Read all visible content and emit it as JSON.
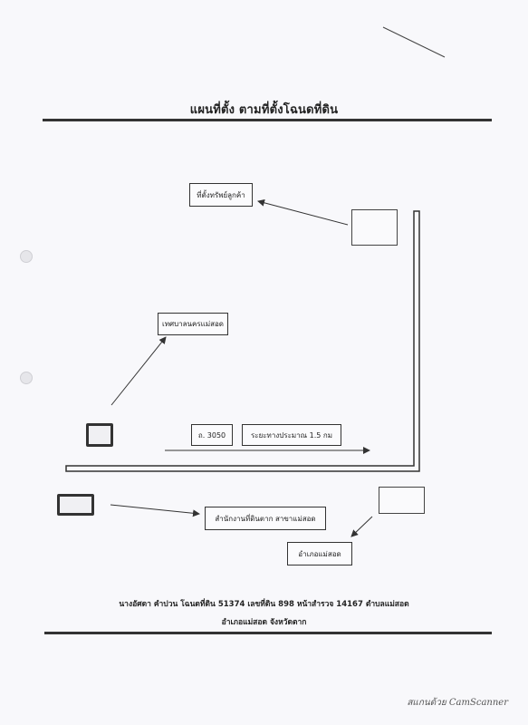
{
  "document": {
    "title": "แผนที่ตั้ง ตามที่ตั้งโฉนดที่ดิน",
    "footer_line1": "นางอัศดา คำปวน โฉนดที่ดิน 51374 เลขที่ดิน 898 หน้าสำรวจ 14167 ตำบลแม่สอด",
    "footer_line2": "อำเภอแม่สอด จังหวัดตาก",
    "watermark": "สแกนด้วย CamScanner"
  },
  "map": {
    "customer_location": "ที่ตั้งทรัพย์ลูกค้า",
    "municipality": "เทศบาลนครแม่สอด",
    "road": "ถ. 3050",
    "distance": "ระยะทางประมาณ 1.5 กม",
    "land_office": "สำนักงานที่ดินตาก สาขาแม่สอด",
    "district_office": "อำเภอแม่สอด"
  }
}
